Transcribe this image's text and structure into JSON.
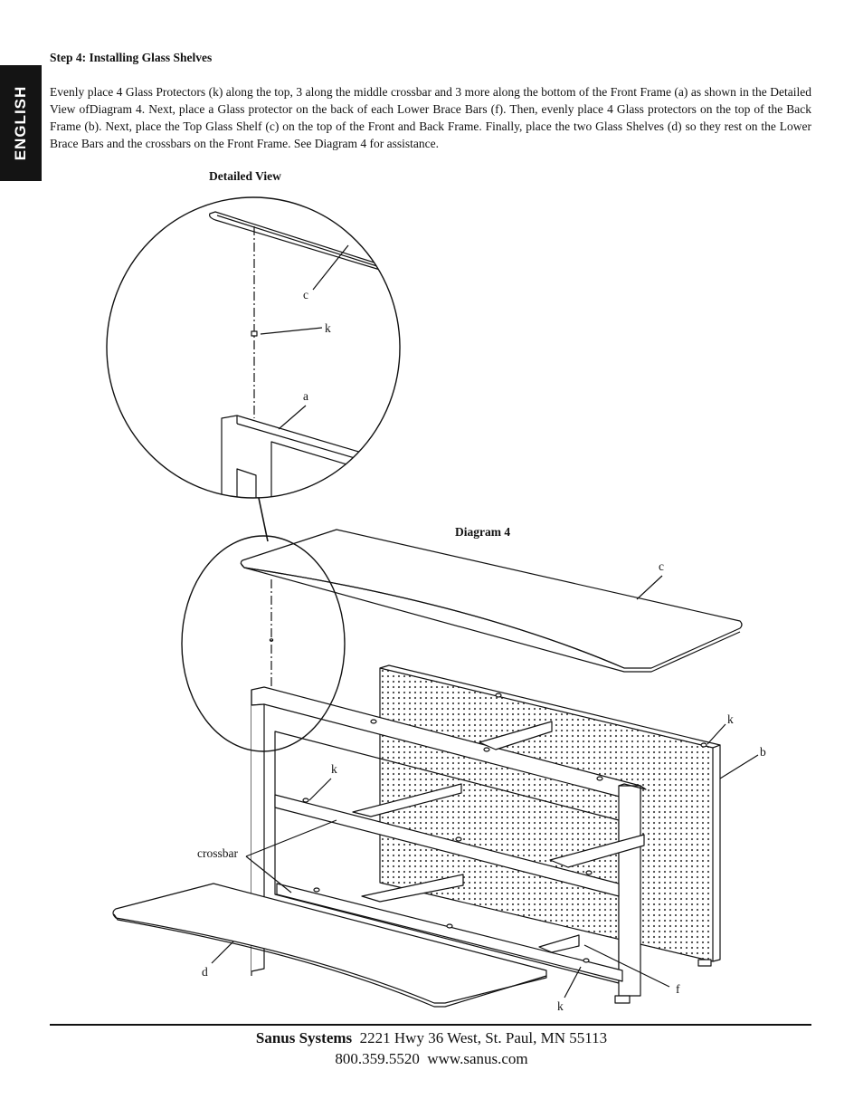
{
  "language_tab": "ENGLISH",
  "step": {
    "title": "Step 4: Installing Glass Shelves",
    "body": "Evenly place 4 Glass Protectors (k) along the top, 3 along the middle crossbar and 3 more along the bottom of the Front Frame (a) as shown in the Detailed View ofDiagram 4. Next, place a Glass protector on the back of each Lower Brace Bars (f). Then, evenly place 4 Glass protectors on the top of the Back Frame (b). Next, place the Top Glass Shelf (c) on the top of the Front and Back Frame. Finally, place the two Glass Shelves (d) so they rest on the Lower Brace Bars and the crossbars on the Front Frame. See Diagram 4 for assistance."
  },
  "detailed_view": {
    "title": "Detailed View",
    "labels": {
      "c": "c",
      "k": "k",
      "a": "a"
    }
  },
  "diagram": {
    "title": "Diagram 4",
    "labels": {
      "c": "c",
      "k_top": "k",
      "b": "b",
      "k_mid": "k",
      "crossbar": "crossbar",
      "d": "d",
      "f": "f",
      "k_bottom": "k"
    }
  },
  "footer": {
    "company": "Sanus Systems",
    "address": "2221 Hwy 36 West, St. Paul, MN 55113",
    "phone": "800.359.5520",
    "website": "www.sanus.com"
  }
}
